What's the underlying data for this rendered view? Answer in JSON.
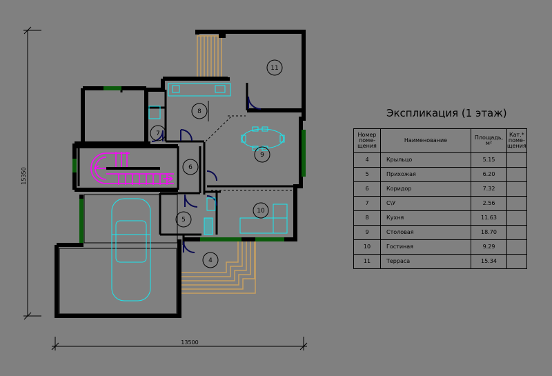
{
  "plan": {
    "dims": {
      "width": "13500",
      "height": "15350"
    },
    "room_labels": [
      "4",
      "5",
      "6",
      "7",
      "8",
      "9",
      "10",
      "11"
    ]
  },
  "explication": {
    "title": "Экспликация (1 этаж)",
    "headers": {
      "number": "Номер поме-щения",
      "name": "Наименование",
      "area": "Площадь, м²",
      "category": "Кат.* поме-щения"
    },
    "rows": [
      {
        "num": "4",
        "name": "Крыльцо",
        "area": "5.15",
        "cat": ""
      },
      {
        "num": "5",
        "name": "Прихожая",
        "area": "6.20",
        "cat": ""
      },
      {
        "num": "6",
        "name": "Коридор",
        "area": "7.32",
        "cat": ""
      },
      {
        "num": "7",
        "name": "С\\У",
        "area": "2.56",
        "cat": ""
      },
      {
        "num": "8",
        "name": "Кухня",
        "area": "11.63",
        "cat": ""
      },
      {
        "num": "9",
        "name": "Столовая",
        "area": "18.70",
        "cat": ""
      },
      {
        "num": "10",
        "name": "Гостиная",
        "area": "9.29",
        "cat": ""
      },
      {
        "num": "11",
        "name": "Терраса",
        "area": "15.34",
        "cat": ""
      }
    ]
  },
  "colors": {
    "background": "#808080",
    "wall": "#000000",
    "window": "#0b5a0b",
    "furniture": "#19e8f0",
    "stairs": "#ff00ff",
    "steps": "#c8a060",
    "door": "#0a0a50"
  }
}
